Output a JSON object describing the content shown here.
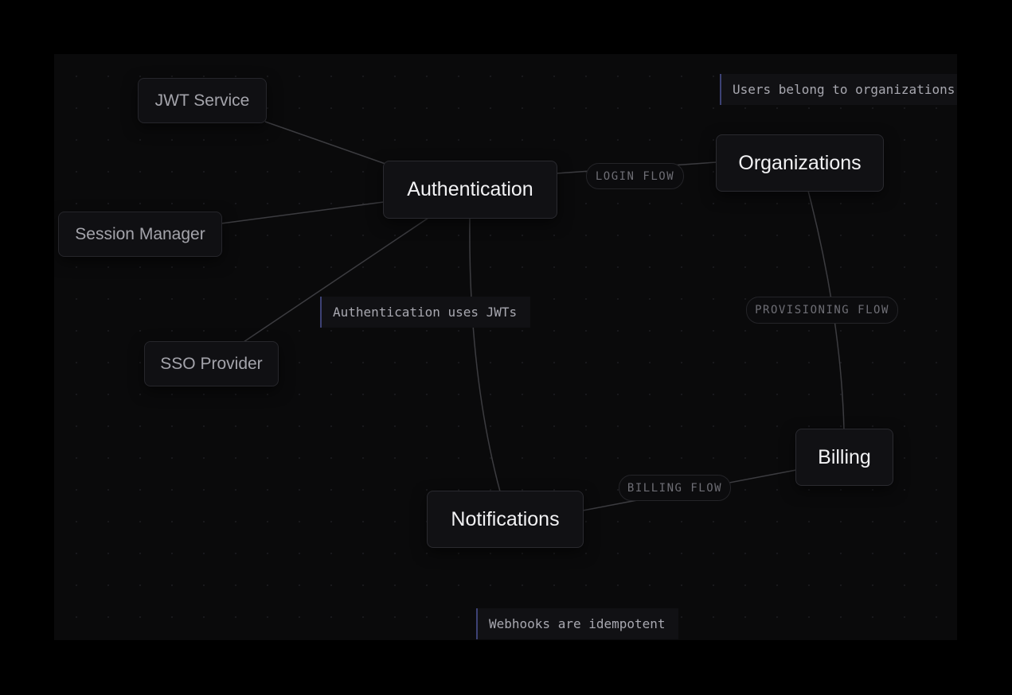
{
  "diagram": {
    "nodes": {
      "authentication": "Authentication",
      "jwt_service": "JWT Service",
      "session_manager": "Session Manager",
      "sso_provider": "SSO Provider",
      "organizations": "Organizations",
      "billing": "Billing",
      "notifications": "Notifications"
    },
    "edge_labels": {
      "login_flow": "LOGIN FLOW",
      "provisioning_flow": "PROVISIONING FLOW",
      "billing_flow": "BILLING FLOW"
    },
    "notes": {
      "auth_jwt": "Authentication uses JWTs",
      "users_orgs": "Users belong to organizations",
      "webhooks": "Webhooks are idempotent"
    },
    "colors": {
      "background": "#0a0a0b",
      "node_fill": "#111114",
      "edge": "#3c3c40",
      "note_accent": "#3d4275"
    }
  }
}
